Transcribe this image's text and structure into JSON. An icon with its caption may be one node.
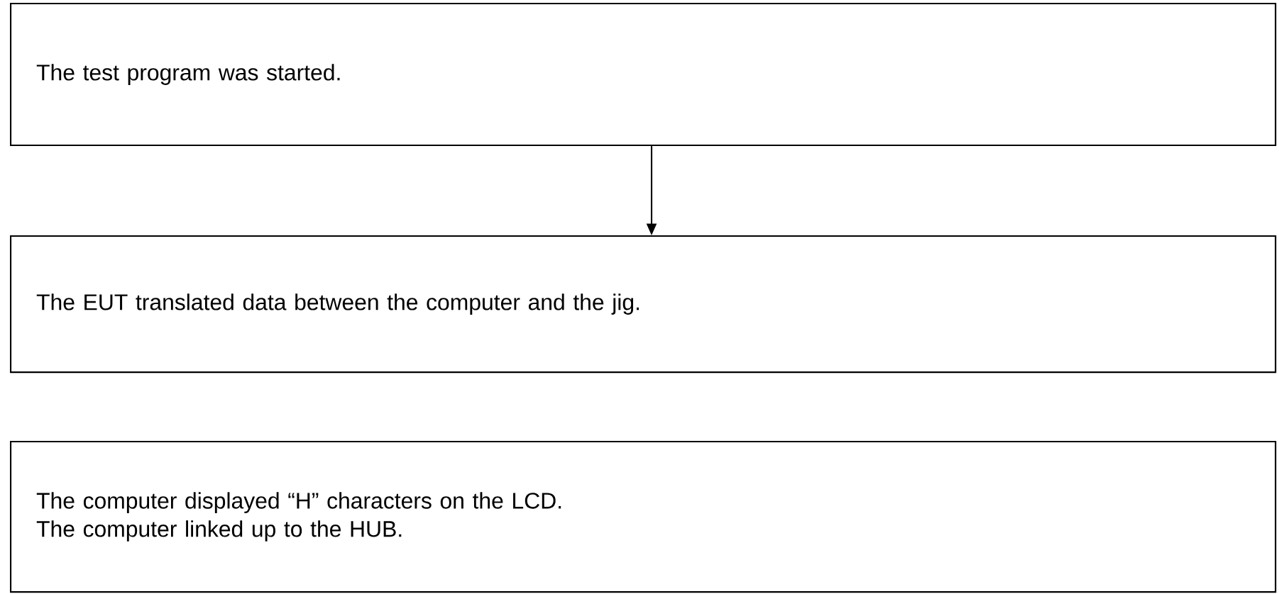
{
  "diagram": {
    "nodes": [
      {
        "text": [
          "The test program was started."
        ]
      },
      {
        "text": [
          "The EUT translated data between the computer and the jig."
        ]
      },
      {
        "text": [
          "The computer displayed “H” characters on the LCD.",
          "The computer linked up to the HUB."
        ]
      }
    ],
    "edges": [
      {
        "from": 0,
        "to": 1,
        "arrow": "to"
      }
    ]
  }
}
